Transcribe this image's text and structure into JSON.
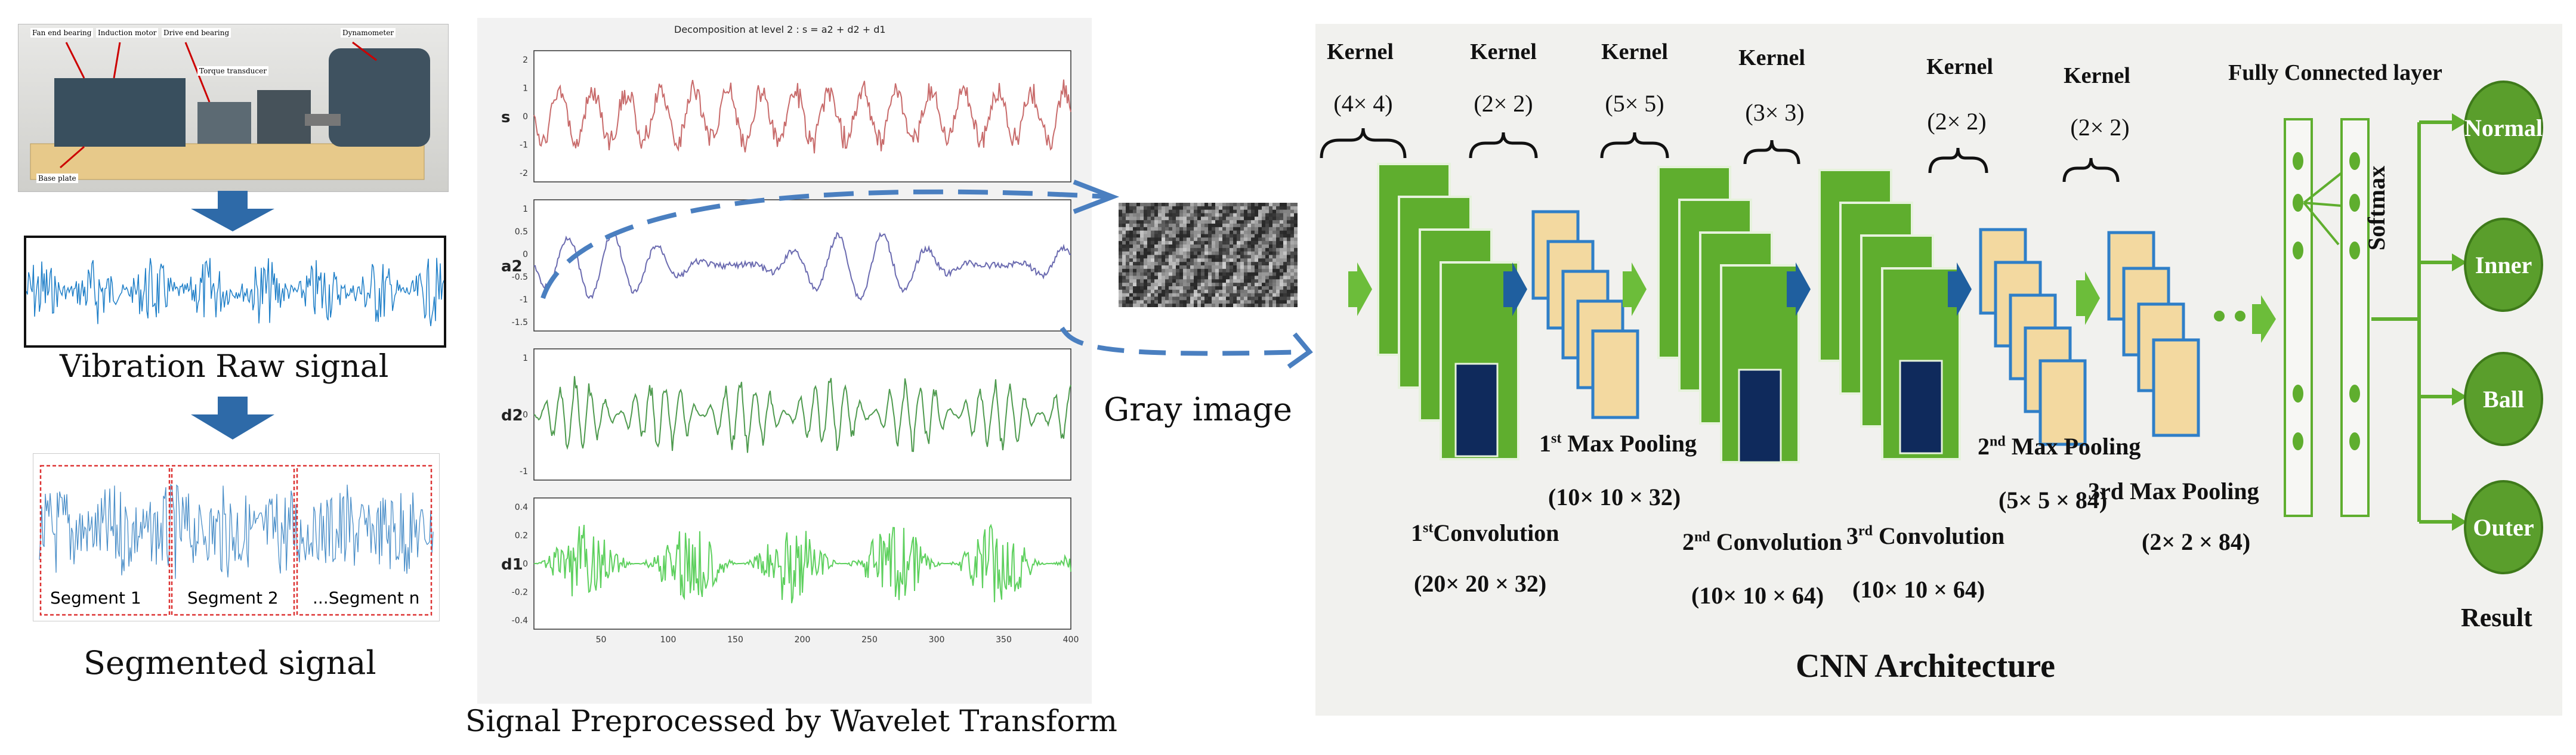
{
  "left": {
    "machine_labels": [
      "Fan end bearing",
      "Induction motor",
      "Drive end bearing",
      "Torque transducer",
      "Dynamometer",
      "Base plate"
    ],
    "raw_caption": "Vibration Raw signal",
    "segments": [
      "Segment 1",
      "Segment 2",
      "...Segment n"
    ],
    "segmented_caption": "Segmented signal"
  },
  "wavelet": {
    "title": "Decomposition at level 2 : s = a2 + d2 + d1",
    "panels": [
      {
        "label": "s",
        "color": "#c86b6b",
        "yticks": [
          "2",
          "1",
          "0",
          "-1",
          "-2"
        ]
      },
      {
        "label": "a2",
        "color": "#6b6bb0",
        "yticks": [
          "1",
          "0.5",
          "0",
          "-0.5",
          "-1",
          "-1.5"
        ]
      },
      {
        "label": "d2",
        "color": "#4e9a4e",
        "yticks": [
          "1",
          "0",
          "-1"
        ]
      },
      {
        "label": "d1",
        "color": "#5ed05e",
        "yticks": [
          "0.4",
          "0.2",
          "0",
          "-0.2",
          "-0.4"
        ]
      }
    ],
    "xticks": [
      "50",
      "100",
      "150",
      "200",
      "250",
      "300",
      "350",
      "400"
    ],
    "caption": "Signal Preprocessed by Wavelet Transform",
    "gray_caption": "Gray image"
  },
  "cnn": {
    "kernels": [
      {
        "title": "Kernel",
        "size": "(4× 4)"
      },
      {
        "title": "Kernel",
        "size": "(2× 2)"
      },
      {
        "title": "Kernel",
        "size": "(5× 5)"
      },
      {
        "title": "Kernel",
        "size": "(3× 3)"
      },
      {
        "title": "Kernel",
        "size": "(2× 2)"
      },
      {
        "title": "Kernel",
        "size": "(2× 2)"
      }
    ],
    "fc_title": "Fully Connected layer",
    "softmax": "Softmax",
    "layers": {
      "conv1": {
        "label_sup": "st",
        "label_num": "1",
        "label": "Convolution",
        "dims": "(20× 20 × 32)"
      },
      "pool1": {
        "label_sup": "st",
        "label_num": "1",
        "label": "Max Pooling",
        "dims": "(10× 10 × 32)"
      },
      "conv2": {
        "label_sup": "nd",
        "label_num": "2",
        "label": "Convolution",
        "dims": "(10× 10 × 64)"
      },
      "conv3": {
        "label_sup": "rd",
        "label_num": "3",
        "label": "Convolution",
        "dims": "(10× 10 × 64)"
      },
      "pool2": {
        "label_sup": "nd",
        "label_num": "2",
        "label": "Max Pooling",
        "dims": "(5× 5 × 84)"
      },
      "pool3": {
        "label": "3rd Max Pooling",
        "dims": "(2× 2 × 84)"
      }
    },
    "classes": [
      "Normal",
      "Inner",
      "Ball",
      "Outer"
    ],
    "result": "Result",
    "title": "CNN Architecture"
  },
  "colors": {
    "green_dark": "#4f9a2a",
    "green_light": "#6cbd3a",
    "tan": "#f3d9a0",
    "navy": "#0f2a5c",
    "blue_arrow": "#2e6aa8",
    "dashed_arrow": "#4a7fc0",
    "raw_signal": "#1f7fc8"
  }
}
